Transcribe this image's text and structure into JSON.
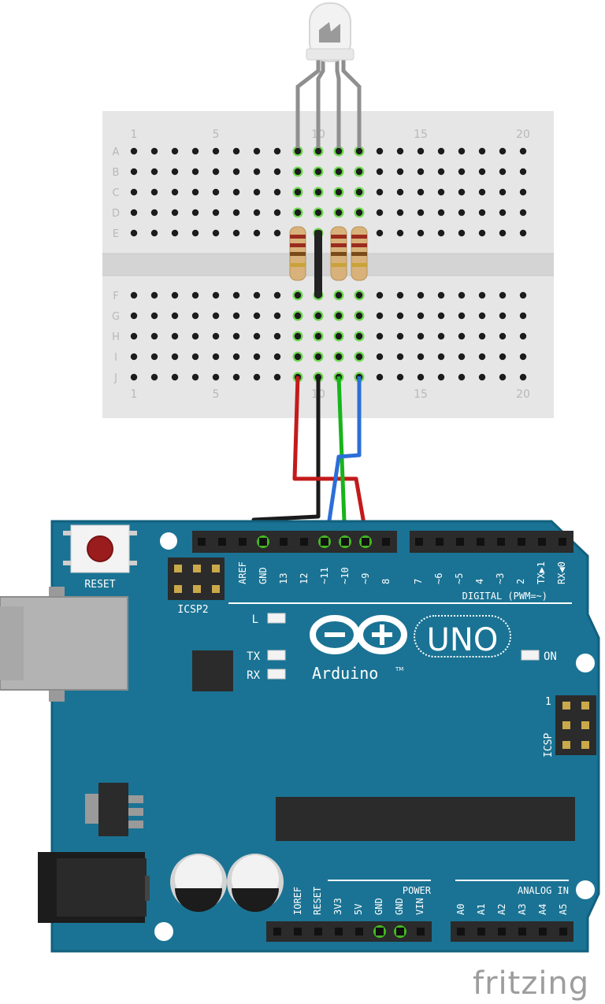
{
  "breadboard": {
    "column_numbers": [
      "1",
      "5",
      "10",
      "15",
      "20"
    ],
    "rows_top": [
      "A",
      "B",
      "C",
      "D",
      "E"
    ],
    "rows_bottom": [
      "F",
      "G",
      "H",
      "I",
      "J"
    ]
  },
  "arduino": {
    "reset_label": "RESET",
    "icsp2_label": "ICSP2",
    "icsp_label": "ICSP",
    "icsp_pin1": "1",
    "digital_pins": [
      "AREF",
      "GND",
      "13",
      "12",
      "~11",
      "~10",
      "~9",
      "8",
      "7",
      "~6",
      "~5",
      "4",
      "~3",
      "2",
      "TX▶1",
      "RX◀0"
    ],
    "digital_label": "DIGITAL (PWM=~)",
    "led_l": "L",
    "led_tx": "TX",
    "led_rx": "RX",
    "led_on": "ON",
    "logo_text": "Arduino",
    "tm": "TM",
    "uno_text": "UNO",
    "power_label": "POWER",
    "analog_label": "ANALOG IN",
    "power_pins": [
      "IOREF",
      "RESET",
      "3V3",
      "5V",
      "GND",
      "GND",
      "VIN"
    ],
    "analog_pins": [
      "A0",
      "A1",
      "A2",
      "A3",
      "A4",
      "A5"
    ]
  },
  "watermark": "fritzing",
  "colors": {
    "board": "#1a7394",
    "board_edge": "#12607e",
    "breadboard": "#e6e6e6",
    "wire_red": "#c41a1a",
    "wire_green": "#17b41a",
    "wire_blue": "#2c6ed8",
    "wire_black": "#1a1a1a",
    "highlight": "#46d21e"
  }
}
